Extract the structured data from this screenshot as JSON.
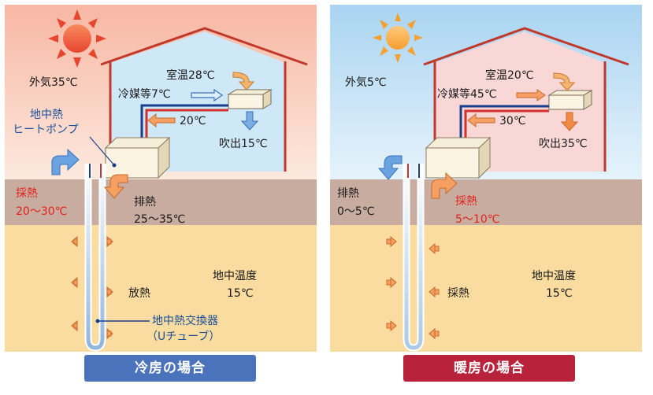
{
  "cooling": {
    "outside_temp": "外気35℃",
    "heat_pump_label_line1": "地中熱",
    "heat_pump_label_line2": "ヒートポンプ",
    "room_temp": "室温28℃",
    "refrigerant": "冷媒等7℃",
    "return_temp": "20℃",
    "outlet": "吹出15℃",
    "collect_label": "採熱",
    "collect_range": "20〜30℃",
    "exhaust_label": "排熱",
    "exhaust_range": "25〜35℃",
    "release_label": "放熱",
    "ground_temp_label": "地中温度",
    "ground_temp_value": "15℃",
    "exchanger_line1": "地中熱交換器",
    "exchanger_line2": "（Uチューブ）",
    "badge": "冷房の場合"
  },
  "heating": {
    "outside_temp": "外気5℃",
    "room_temp": "室温20℃",
    "refrigerant": "冷媒等45℃",
    "return_temp": "30℃",
    "outlet": "吹出35℃",
    "exhaust_label": "排熱",
    "exhaust_range": "0〜5℃",
    "collect_label": "採熱",
    "collect_range": "5〜10℃",
    "ground_collect_label": "採熱",
    "ground_temp_label": "地中温度",
    "ground_temp_value": "15℃",
    "badge": "暖房の場合"
  },
  "colors": {
    "sky_cool_top": "#f7b7a3",
    "sky_heat_top": "#a9d4f1",
    "house_cool_fill": "#cfe8f7",
    "house_heat_fill": "#f8d7d6",
    "house_outline": "#c0392b",
    "soil": "#c9aca0",
    "ground": "#fadca0",
    "badge_cool": "#4a73bb",
    "badge_heat": "#b8223a"
  }
}
